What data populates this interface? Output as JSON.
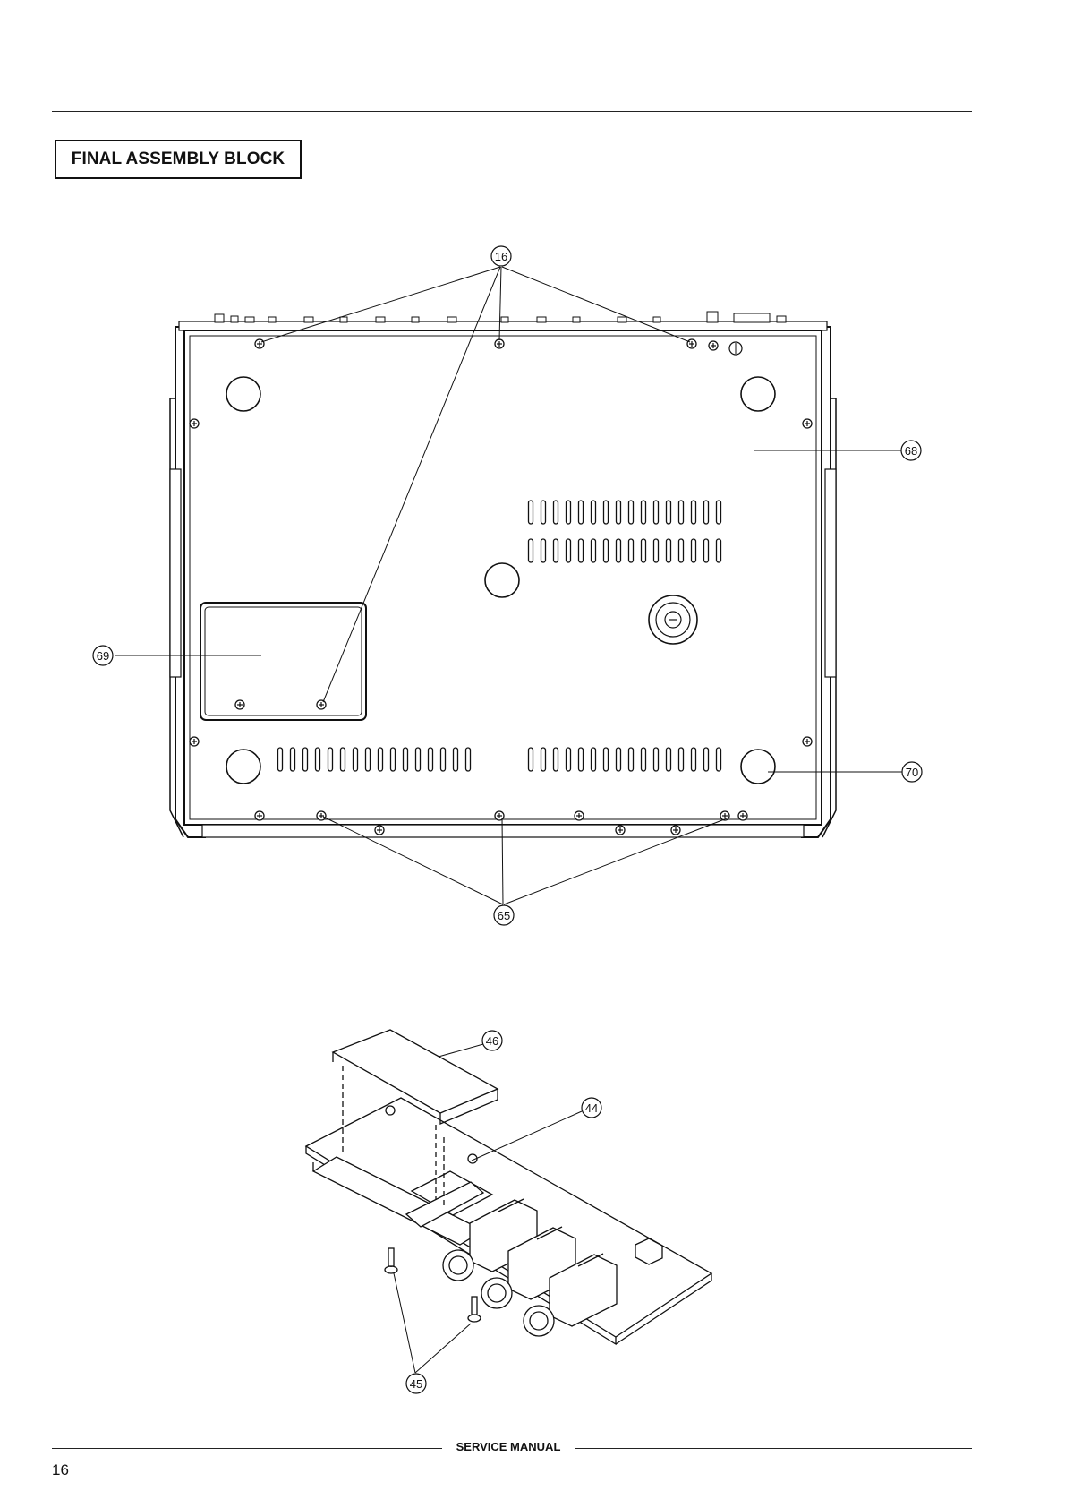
{
  "page": {
    "title": "FINAL ASSEMBLY BLOCK",
    "footer_label": "SERVICE MANUAL",
    "page_number": "16"
  },
  "callouts": {
    "c16": "16",
    "c68": "68",
    "c69": "69",
    "c70": "70",
    "c65": "65",
    "c46": "46",
    "c44": "44",
    "c45": "45"
  }
}
